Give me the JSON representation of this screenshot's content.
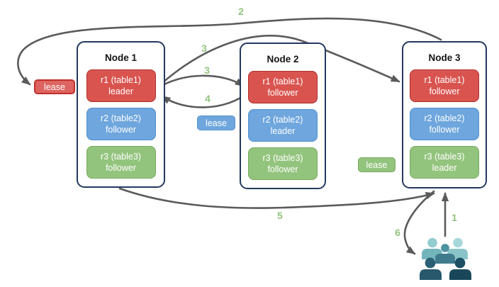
{
  "nodes": [
    {
      "title": "Node 1",
      "replicas": [
        {
          "name": "r1 (table1)",
          "role": "leader"
        },
        {
          "name": "r2 (table2)",
          "role": "follower"
        },
        {
          "name": "r3 (table3)",
          "role": "follower"
        }
      ]
    },
    {
      "title": "Node 2",
      "replicas": [
        {
          "name": "r1 (table1)",
          "role": "follower"
        },
        {
          "name": "r2 (table2)",
          "role": "leader"
        },
        {
          "name": "r3 (table3)",
          "role": "follower"
        }
      ]
    },
    {
      "title": "Node 3",
      "replicas": [
        {
          "name": "r1 (table1)",
          "role": "follower"
        },
        {
          "name": "r2 (table2)",
          "role": "follower"
        },
        {
          "name": "r3 (table3)",
          "role": "leader"
        }
      ]
    }
  ],
  "leases": [
    {
      "label": "lease",
      "color": "#dd6460"
    },
    {
      "label": "lease",
      "color": "#6ea6dd"
    },
    {
      "label": "lease",
      "color": "#93c47d"
    }
  ],
  "steps": [
    {
      "n": "2"
    },
    {
      "n": "3"
    },
    {
      "n": "3"
    },
    {
      "n": "4"
    },
    {
      "n": "5"
    },
    {
      "n": "6"
    },
    {
      "n": "1"
    }
  ],
  "icons": {
    "users": "users-group-icon"
  },
  "colors": {
    "replica_red": "#d9544f",
    "replica_blue": "#6ea6dd",
    "replica_green": "#93c47d",
    "node_border": "#24395e",
    "arrow": "#5b5b5b",
    "step_label": "#93c47d"
  }
}
